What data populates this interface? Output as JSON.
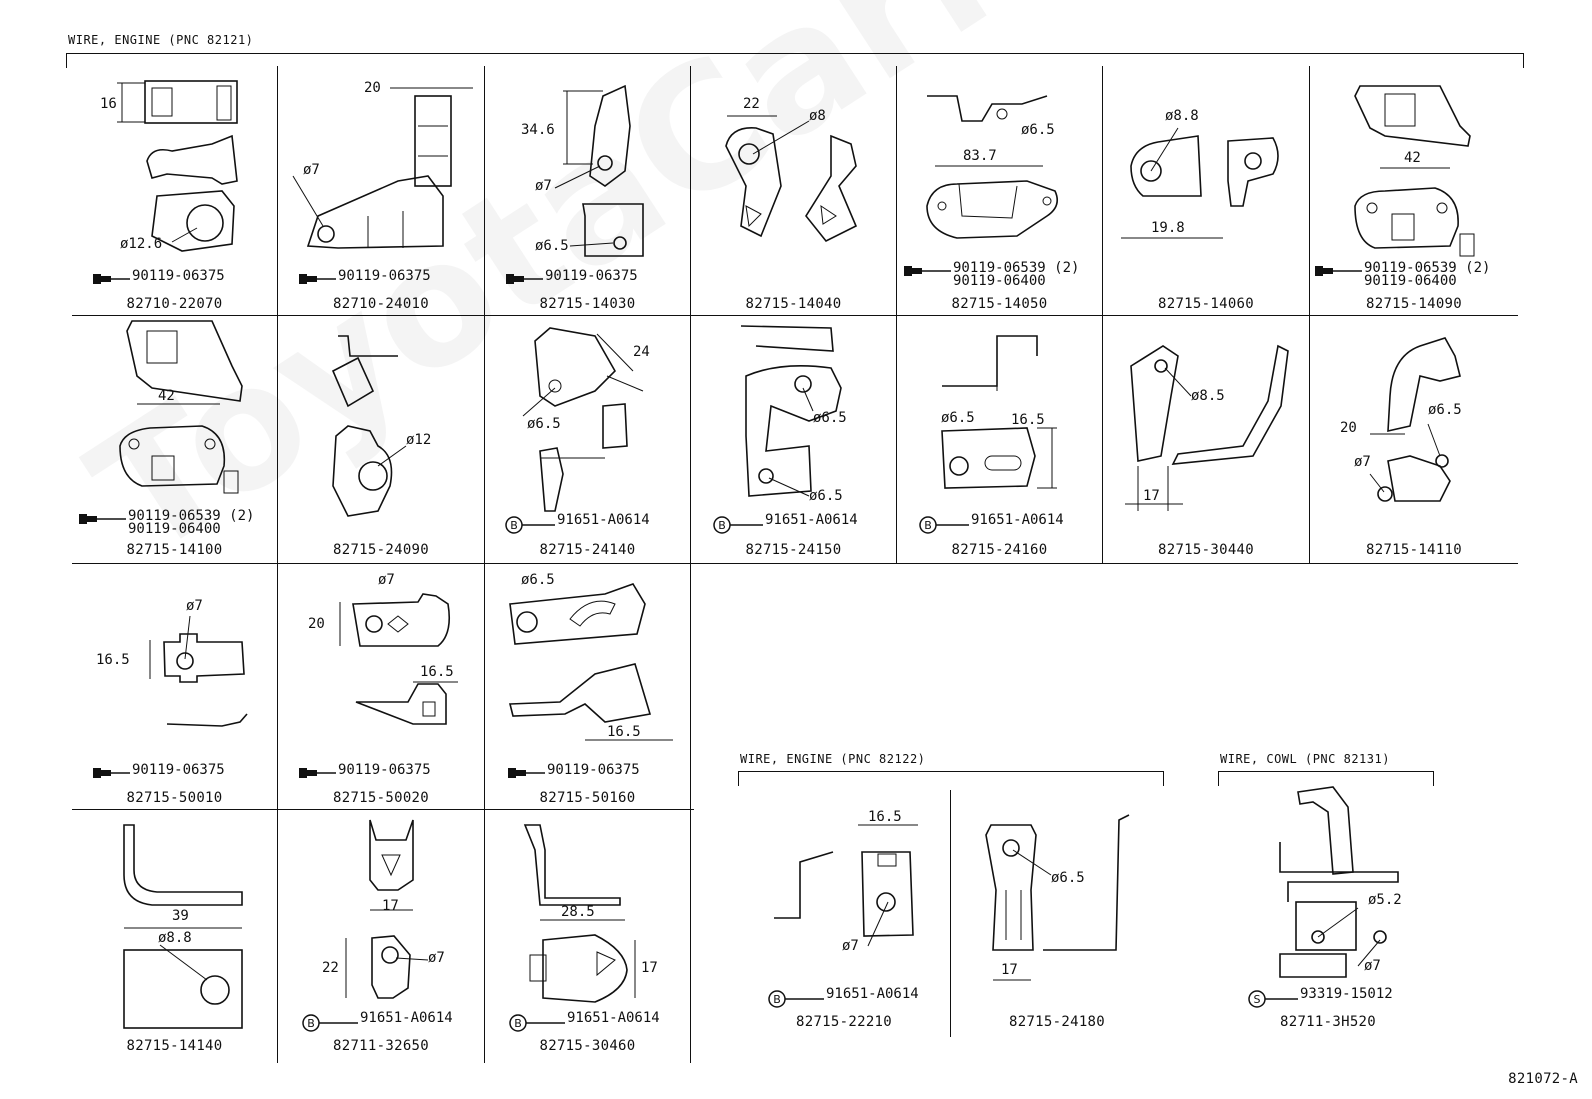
{
  "sections": {
    "main": "WIRE, ENGINE (PNC 82121)",
    "engine2": "WIRE, ENGINE (PNC 82122)",
    "cowl": "WIRE, COWL (PNC 82131)"
  },
  "drawing_code": "821072-A",
  "watermark": "ToyotaCarMMaster",
  "parts": [
    {
      "pn": "82710-22070",
      "bolt": [
        "90119-06375"
      ],
      "dims": [
        "16",
        "ø12.6"
      ]
    },
    {
      "pn": "82710-24010",
      "bolt": [
        "90119-06375"
      ],
      "dims": [
        "20",
        "ø7"
      ]
    },
    {
      "pn": "82715-14030",
      "bolt": [
        "90119-06375"
      ],
      "dims": [
        "34.6",
        "ø7",
        "ø6.5"
      ]
    },
    {
      "pn": "82715-14040",
      "bolt": [],
      "dims": [
        "22",
        "ø8"
      ]
    },
    {
      "pn": "82715-14050",
      "bolt": [
        "90119-06539 (2)",
        "90119-06400"
      ],
      "dims": [
        "ø6.5",
        "83.7"
      ]
    },
    {
      "pn": "82715-14060",
      "bolt": [],
      "dims": [
        "ø8.8",
        "19.8"
      ]
    },
    {
      "pn": "82715-14090",
      "bolt": [
        "90119-06539 (2)",
        "90119-06400"
      ],
      "dims": [
        "42"
      ]
    },
    {
      "pn": "82715-14100",
      "bolt": [
        "90119-06539 (2)",
        "90119-06400"
      ],
      "dims": [
        "42"
      ]
    },
    {
      "pn": "82715-24090",
      "bolt": [],
      "dims": [
        "ø12"
      ]
    },
    {
      "pn": "82715-24140",
      "bolt": [
        "91651-A0614"
      ],
      "dims": [
        "24",
        "ø6.5"
      ]
    },
    {
      "pn": "82715-24150",
      "bolt": [
        "91651-A0614"
      ],
      "dims": [
        "ø6.5",
        "ø6.5"
      ]
    },
    {
      "pn": "82715-24160",
      "bolt": [
        "91651-A0614"
      ],
      "dims": [
        "ø6.5",
        "16.5"
      ]
    },
    {
      "pn": "82715-30440",
      "bolt": [],
      "dims": [
        "ø8.5",
        "17"
      ]
    },
    {
      "pn": "82715-14110",
      "bolt": [],
      "dims": [
        "20",
        "ø6.5",
        "ø7"
      ]
    },
    {
      "pn": "82715-50010",
      "bolt": [
        "90119-06375"
      ],
      "dims": [
        "ø7",
        "16.5"
      ]
    },
    {
      "pn": "82715-50020",
      "bolt": [
        "90119-06375"
      ],
      "dims": [
        "ø7",
        "20",
        "16.5"
      ]
    },
    {
      "pn": "82715-50160",
      "bolt": [
        "90119-06375"
      ],
      "dims": [
        "ø6.5",
        "16.5"
      ]
    },
    {
      "pn": "82715-14140",
      "bolt": [],
      "dims": [
        "39",
        "ø8.8"
      ]
    },
    {
      "pn": "82711-32650",
      "bolt": [
        "91651-A0614"
      ],
      "dims": [
        "17",
        "22",
        "ø7"
      ]
    },
    {
      "pn": "82715-30460",
      "bolt": [
        "91651-A0614"
      ],
      "dims": [
        "28.5",
        "17"
      ]
    },
    {
      "pn": "82715-22210",
      "bolt": [
        "91651-A0614"
      ],
      "dims": [
        "16.5",
        "ø7"
      ]
    },
    {
      "pn": "82715-24180",
      "bolt": [],
      "dims": [
        "ø6.5",
        "17"
      ]
    },
    {
      "pn": "82711-3H520",
      "bolt": [
        "93319-15012"
      ],
      "dims": [
        "ø5.2",
        "ø7"
      ]
    }
  ],
  "fastener_marks": {
    "b": "B",
    "s": "S"
  },
  "icons": {
    "flange_bolt": "flange-bolt-icon",
    "b_circle": "b-fastener-icon",
    "s_circle": "s-fastener-icon"
  }
}
